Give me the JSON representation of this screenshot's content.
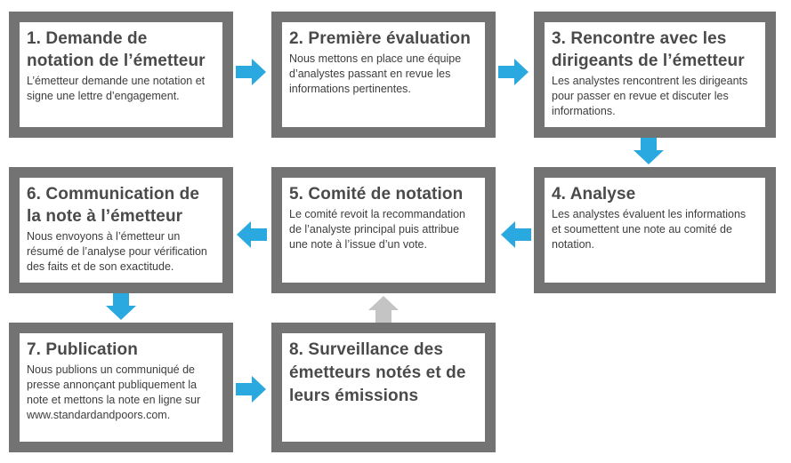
{
  "colors": {
    "box_border": "#737373",
    "arrow_blue": "#2aa9e0",
    "arrow_gray": "#c4c4c4"
  },
  "steps": [
    {
      "title": "1. Demande de notation de l’émetteur",
      "text": "L’émetteur demande une notation et signe une lettre d’engagement."
    },
    {
      "title": "2. Première évaluation",
      "text": "Nous mettons en place une équipe d’analystes passant en revue les informations pertinentes."
    },
    {
      "title": "3. Rencontre avec les dirigeants de l’émetteur",
      "text": "Les analystes rencontrent les dirigeants pour passer en revue et discuter les informations."
    },
    {
      "title": "4. Analyse",
      "text": "Les analystes évaluent les informations et soumettent une note au comité de notation."
    },
    {
      "title": "5. Comité de notation",
      "text": "Le comité revoit la recommandation de l’analyste principal puis attribue une note à l’issue d’un vote."
    },
    {
      "title": "6. Communication de la note à l’émetteur",
      "text": "Nous envoyons à l’émetteur un résumé de l’analyse pour vérification des faits et de son exactitude."
    },
    {
      "title": "7. Publication",
      "text": "Nous publions un communiqué de presse annonçant publiquement la note et mettons la note en ligne sur www.standardandpoors.com."
    },
    {
      "title": "8. Surveillance des émetteurs notés et de leurs émissions",
      "text": ""
    }
  ]
}
